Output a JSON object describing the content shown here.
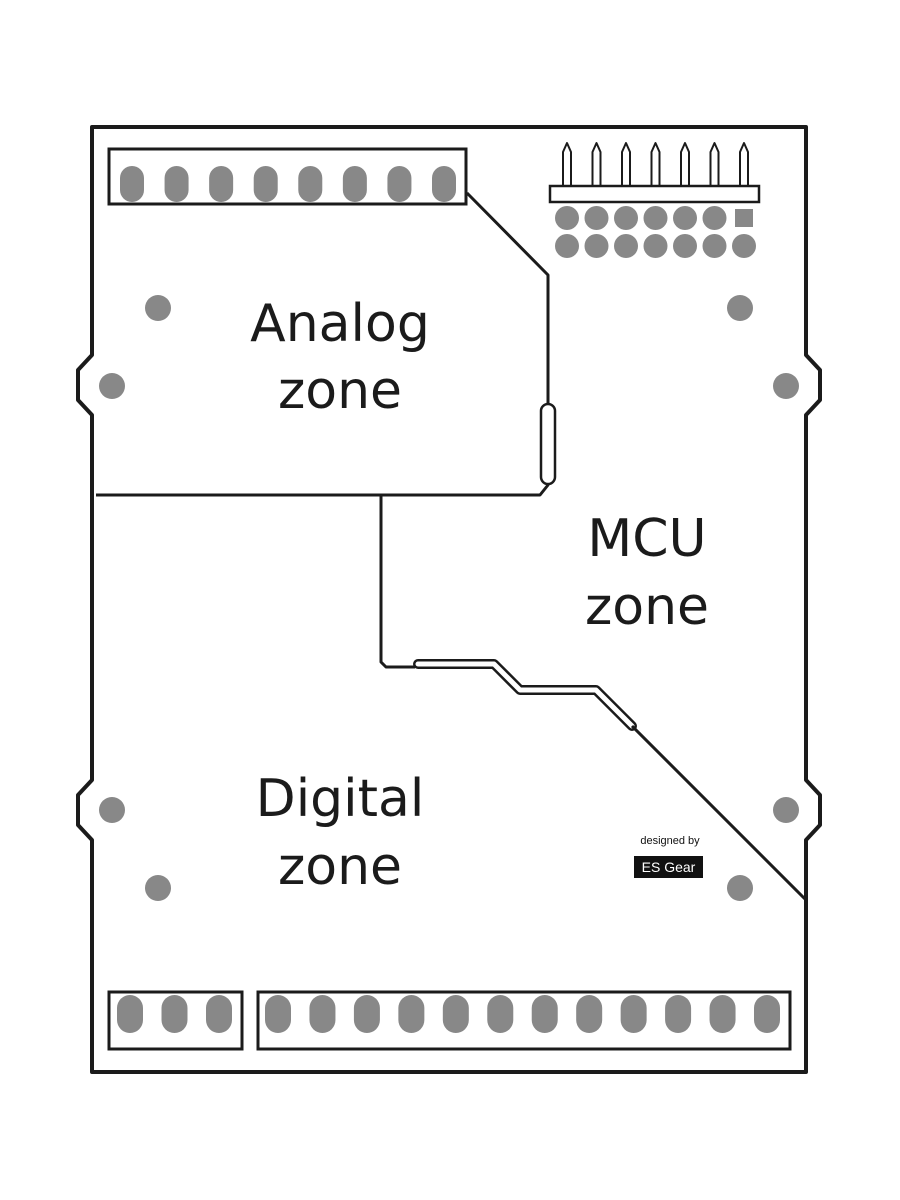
{
  "zones": {
    "analog": {
      "line1": "Analog",
      "line2": "zone"
    },
    "mcu": {
      "line1": "MCU",
      "line2": "zone"
    },
    "digital": {
      "line1": "Digital",
      "line2": "zone"
    }
  },
  "credit": {
    "designed_by": "designed by",
    "brand": "ES Gear"
  },
  "connectors": {
    "analog_terminal_pins": 8,
    "power_terminal_pins": 3,
    "digital_terminal_pins": 12,
    "header_columns": 7,
    "header_rows": 2
  },
  "colors": {
    "outline": "#1b1b1b",
    "pad": "#888888",
    "background": "#ffffff",
    "brand_tag": "#111111"
  }
}
